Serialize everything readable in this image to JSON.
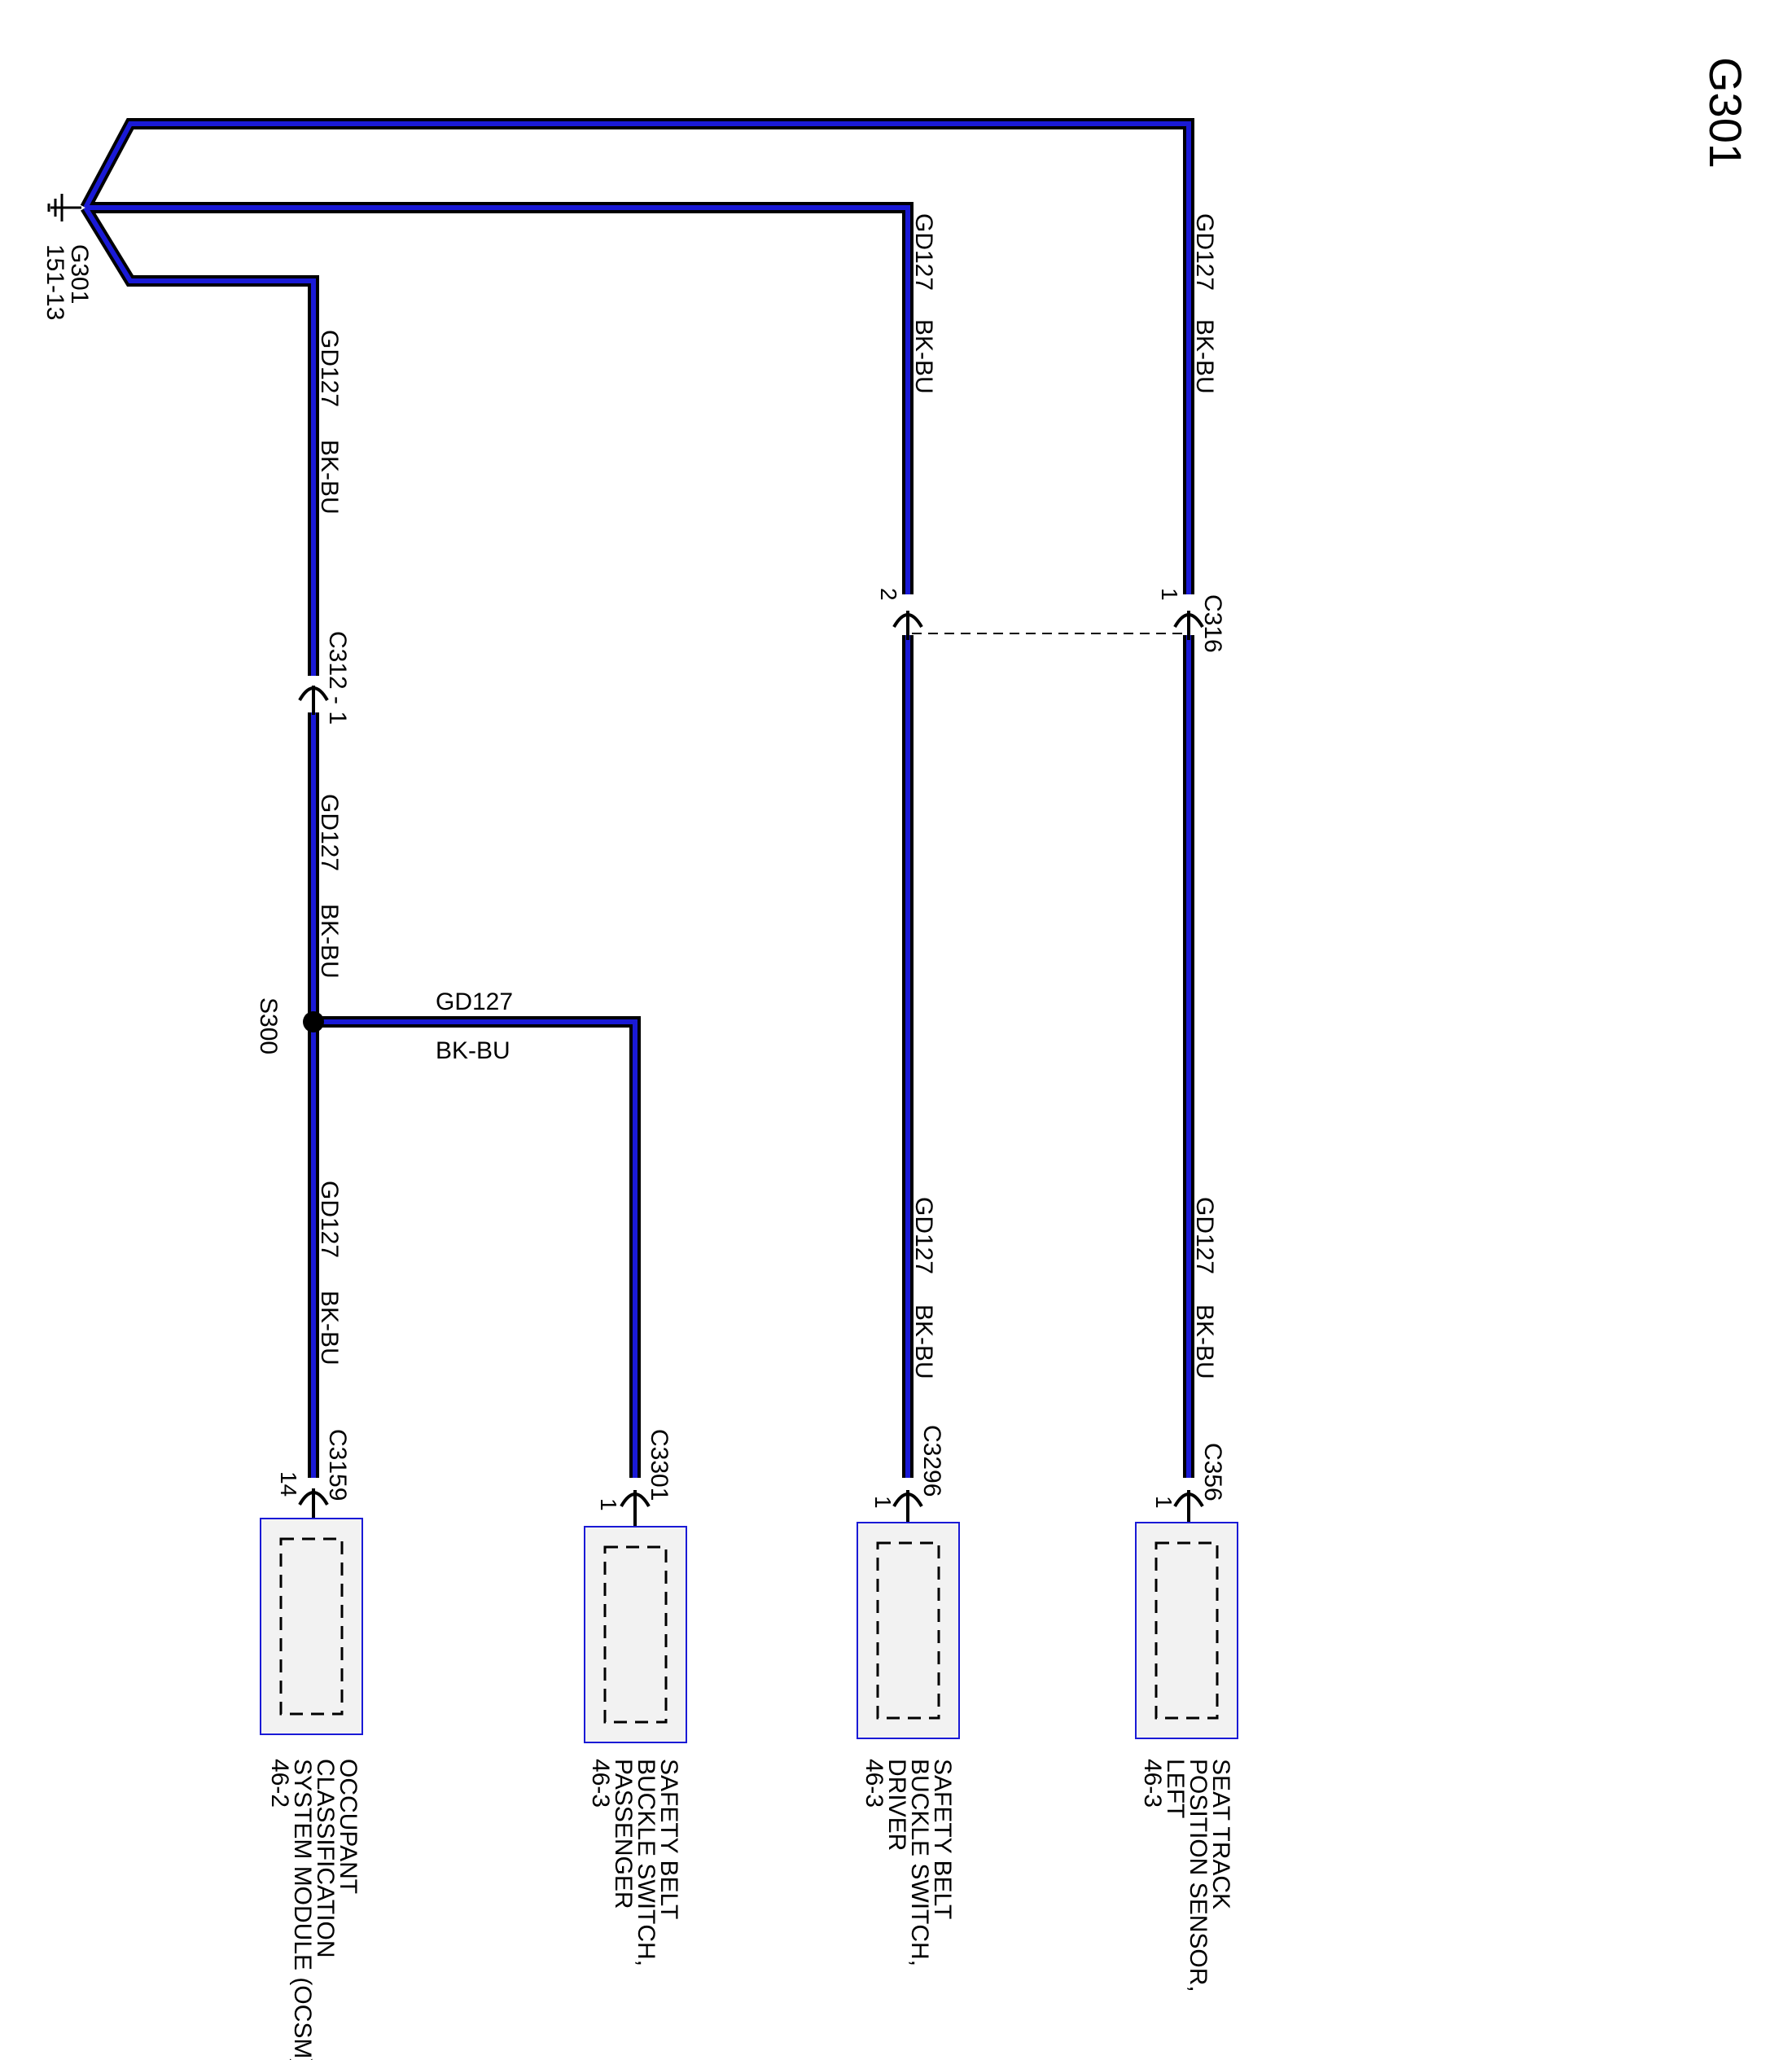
{
  "title": "G301",
  "colors": {
    "wire_core": "#1a1ad6",
    "wire_outline": "#000000",
    "component_fill": "#f2f2f2",
    "component_border": "#1a1ad6"
  },
  "ground": {
    "name": "G301",
    "page_ref": "151-13"
  },
  "wire": {
    "circuit": "GD127",
    "color_code": "BK-BU"
  },
  "connectors": {
    "c312": {
      "label": "C312 - 1"
    },
    "c316": {
      "label": "C316",
      "pin_left": "2",
      "pin_right": "1"
    },
    "s300": {
      "label": "S300"
    },
    "c3159": {
      "label": "C3159",
      "pin": "14"
    },
    "c3301": {
      "label": "C3301",
      "pin": "1"
    },
    "c3296": {
      "label": "C3296",
      "pin": "1"
    },
    "c356": {
      "label": "C356",
      "pin": "1"
    }
  },
  "components": [
    {
      "lines": [
        "OCCUPANT",
        "CLASSIFICATION",
        "SYSTEM MODULE (OCSM)",
        "46-2"
      ]
    },
    {
      "lines": [
        "SAFETY BELT",
        "BUCKLE SWITCH,",
        "PASSENGER",
        "46-3"
      ]
    },
    {
      "lines": [
        "SAFETY BELT",
        "BUCKLE SWITCH,",
        "DRIVER",
        "46-3"
      ]
    },
    {
      "lines": [
        "SEAT TRACK",
        "POSITION SENSOR,",
        "LEFT",
        "46-3"
      ]
    }
  ]
}
